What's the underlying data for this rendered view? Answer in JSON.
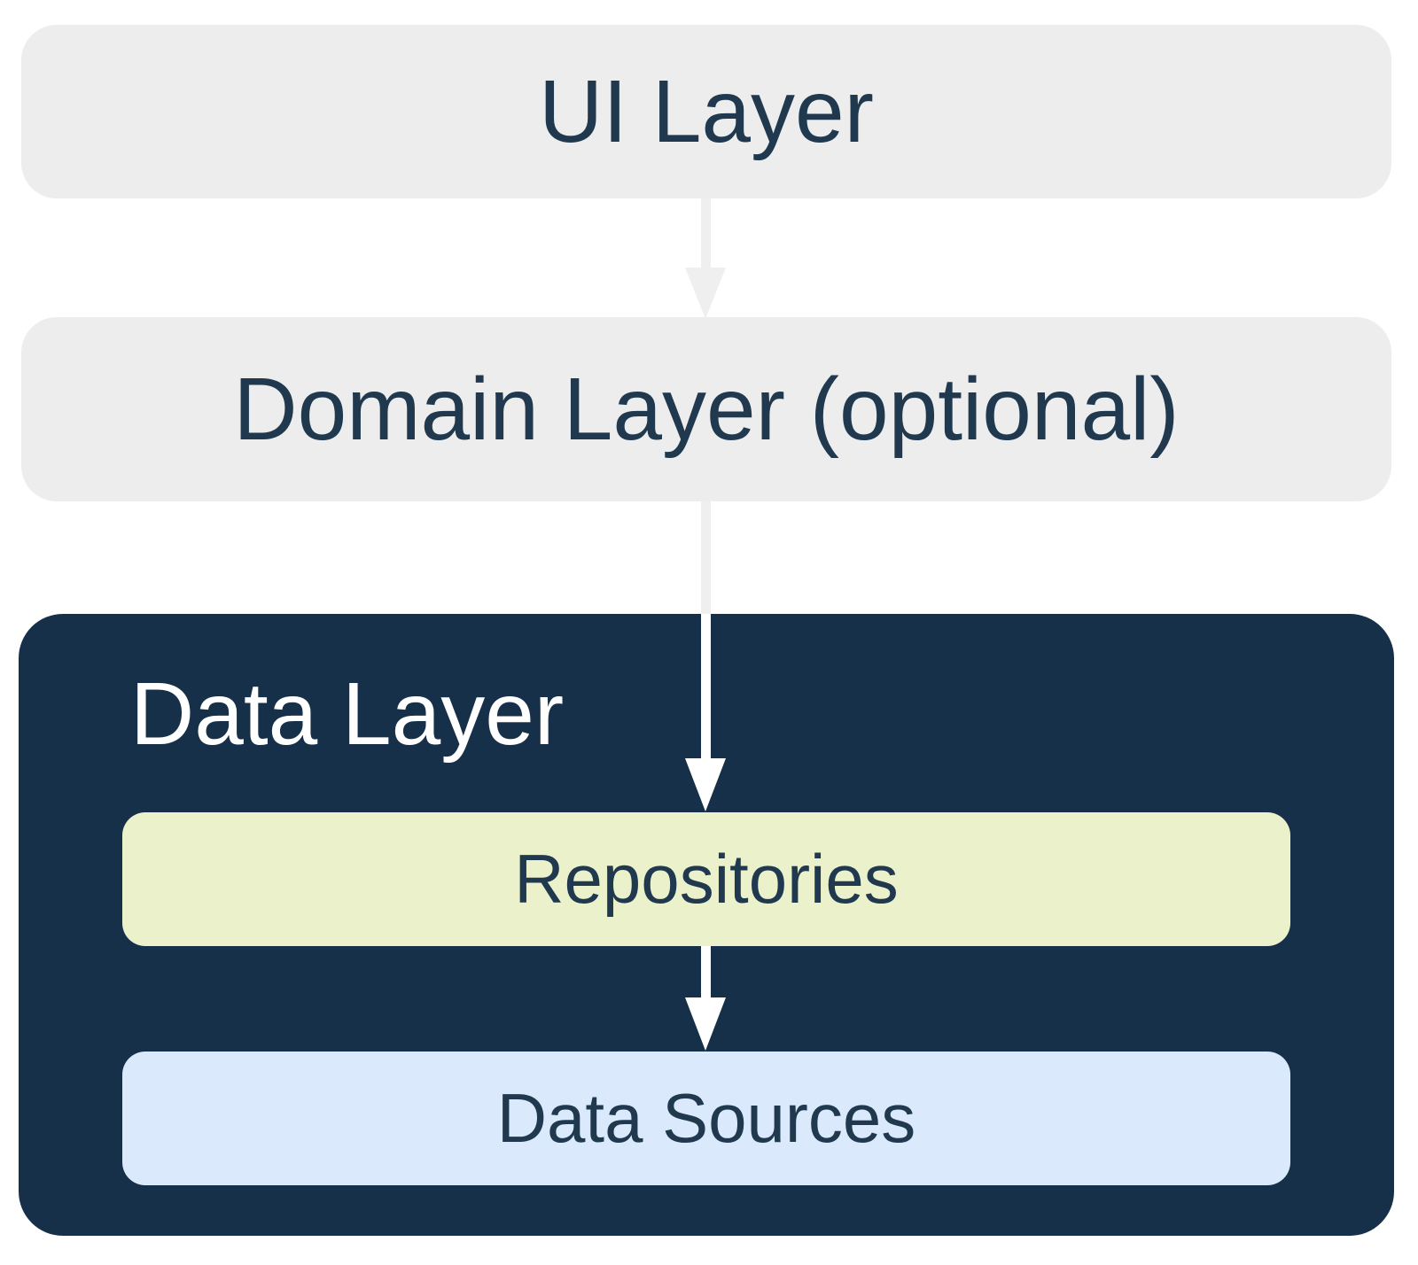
{
  "diagram": {
    "type": "layered-architecture",
    "background_color": "#FFFFFF",
    "nodes": [
      {
        "id": "ui-layer",
        "label": "UI Layer",
        "fill": "#EDEDED",
        "text_color": "#20394F"
      },
      {
        "id": "domain-layer",
        "label": "Domain Layer (optional)",
        "fill": "#EDEDED",
        "text_color": "#20394F"
      },
      {
        "id": "data-layer",
        "label": "Data Layer",
        "fill": "#17304A",
        "text_color": "#FFFFFF"
      },
      {
        "id": "repositories",
        "label": "Repositories",
        "fill": "#EBF1CB",
        "text_color": "#20394F",
        "parent": "data-layer"
      },
      {
        "id": "data-sources",
        "label": "Data Sources",
        "fill": "#DAE9FB",
        "text_color": "#20394F",
        "parent": "data-layer"
      }
    ],
    "edges": [
      {
        "from": "ui-layer",
        "to": "domain-layer",
        "direction": "down",
        "color": "#EFEFEF"
      },
      {
        "from": "domain-layer",
        "to": "repositories",
        "direction": "down",
        "color_outside_data_layer": "#EFEFEF",
        "color_inside_data_layer": "#FFFFFF"
      },
      {
        "from": "repositories",
        "to": "data-sources",
        "direction": "down",
        "color": "#FFFFFF"
      }
    ]
  }
}
